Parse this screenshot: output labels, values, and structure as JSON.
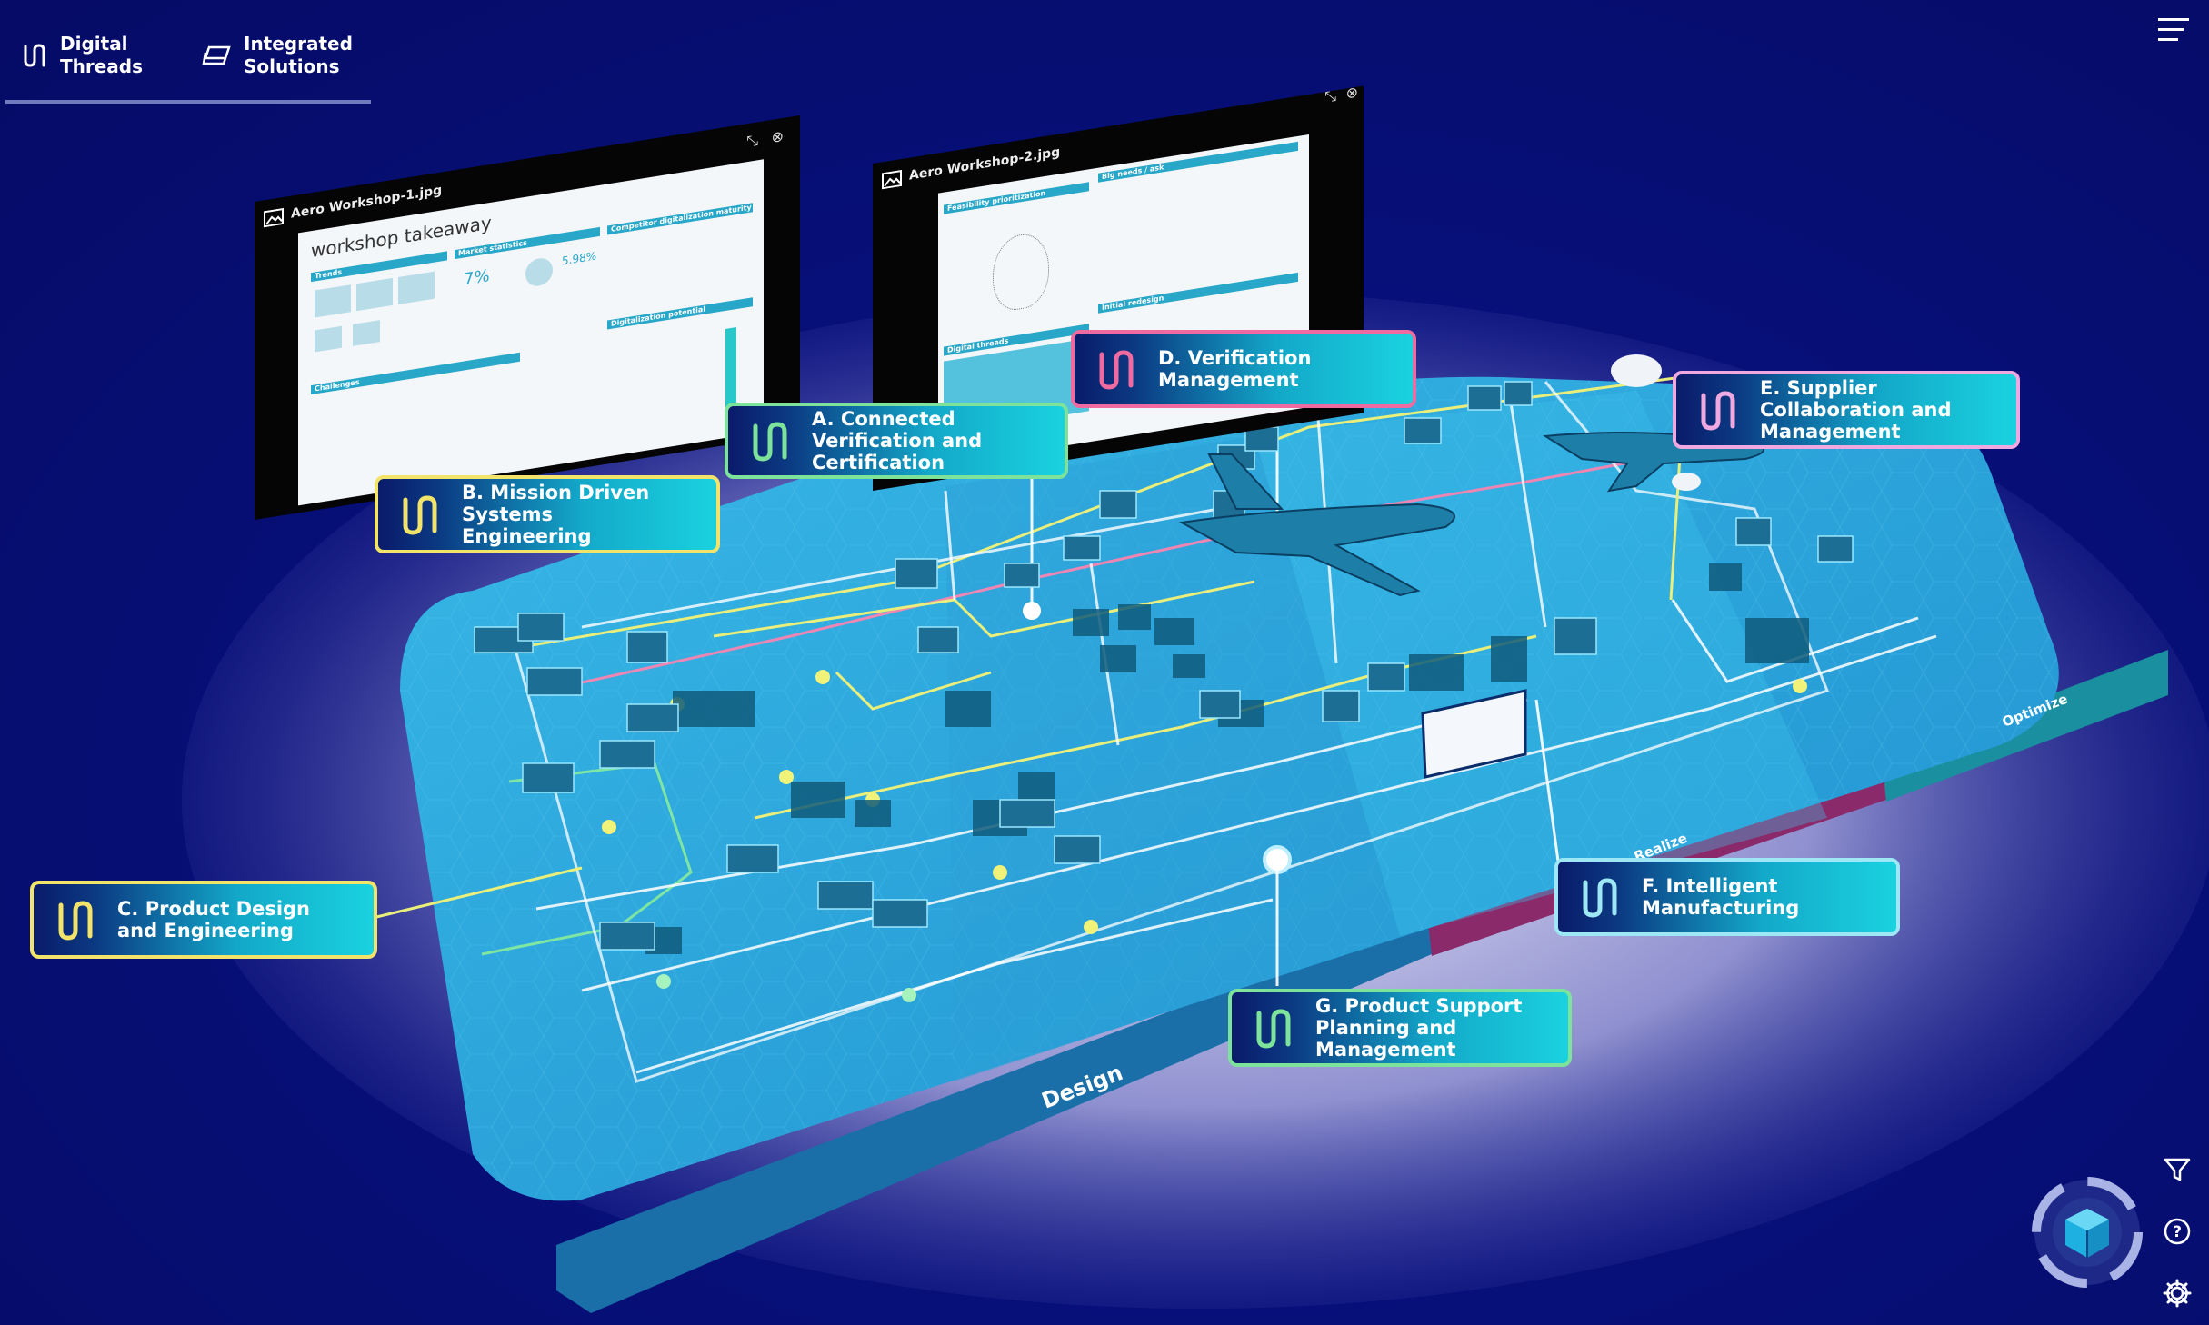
{
  "nav": {
    "digital_threads": "Digital\nThreads",
    "integrated_solutions": "Integrated\nSolutions"
  },
  "windows": [
    {
      "title": "Aero Workshop-1.jpg",
      "sheet_title": "workshop takeaway",
      "headings": [
        "Trends",
        "Market statistics",
        "Competitor digitalization maturity",
        "Challenges",
        "Digitalization potential"
      ],
      "stats": [
        "7%",
        "5.98%"
      ]
    },
    {
      "title": "Aero Workshop-2.jpg",
      "headings": [
        "Feasibility prioritization",
        "Big needs / ask",
        "Digital threads",
        "Initial redesign"
      ]
    }
  ],
  "phases": {
    "design": "Design",
    "realize": "Realize",
    "optimize": "Optimize"
  },
  "callouts": {
    "a": "A. Connected\nVerification and\nCertification",
    "b": "B. Mission Driven\nSystems\nEngineering",
    "c": "C. Product Design\nand Engineering",
    "d": "D. Verification\nManagement",
    "e": "E. Supplier\nCollaboration and\nManagement",
    "f": "F. Intelligent\nManufacturing",
    "g": "G. Product Support\nPlanning and\nManagement"
  },
  "colors": {
    "background": "#07107a",
    "floor": "#2aa6d8",
    "design_band": "#1a6fa8",
    "realize_band": "#8a2a6a",
    "optimize_band": "#1a8fa0",
    "callout_a": "#7de39a",
    "callout_b": "#f2e36a",
    "callout_c": "#f2e36a",
    "callout_d": "#ee6aa0",
    "callout_e": "#f0a8e0",
    "callout_f": "#9ee8f5",
    "callout_g": "#7de39a"
  },
  "icons": {
    "menu": "hamburger-menu-icon",
    "filter": "filter-icon",
    "help": "help-icon",
    "settings": "gear-icon",
    "view": "cube-view-icon",
    "thread": "digital-thread-icon",
    "solutions": "layers-icon"
  }
}
